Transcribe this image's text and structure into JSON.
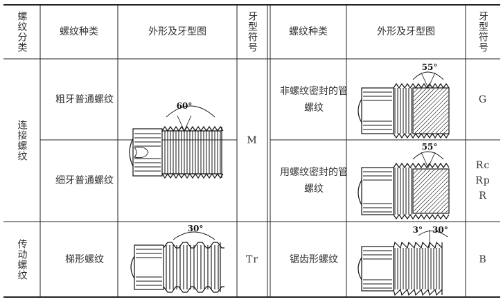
{
  "table": {
    "headers": {
      "classification": "螺纹分类",
      "type": "螺纹种类",
      "profile": "外形及牙型图",
      "symbol": "牙型符号"
    },
    "groups": [
      {
        "label": "连接螺纹"
      },
      {
        "label": "传动螺纹"
      }
    ],
    "left_rows": [
      {
        "type": "粗牙普通螺纹",
        "angle": "60°"
      },
      {
        "type": "细牙普通螺纹"
      },
      {
        "type": "梯形螺纹",
        "angle": "30°",
        "symbol": "Tr"
      }
    ],
    "left_merged_symbol": "M",
    "right_rows": [
      {
        "type": "非螺纹密封的管螺纹",
        "angle": "55°",
        "symbol": "G"
      },
      {
        "type": "用螺纹密封的管螺纹",
        "angle": "55°",
        "symbol_lines": [
          "Rc",
          "Rp",
          "R"
        ]
      },
      {
        "type": "锯齿形螺纹",
        "angle_a": "3°",
        "angle_b": "30°",
        "symbol": "B"
      }
    ]
  }
}
